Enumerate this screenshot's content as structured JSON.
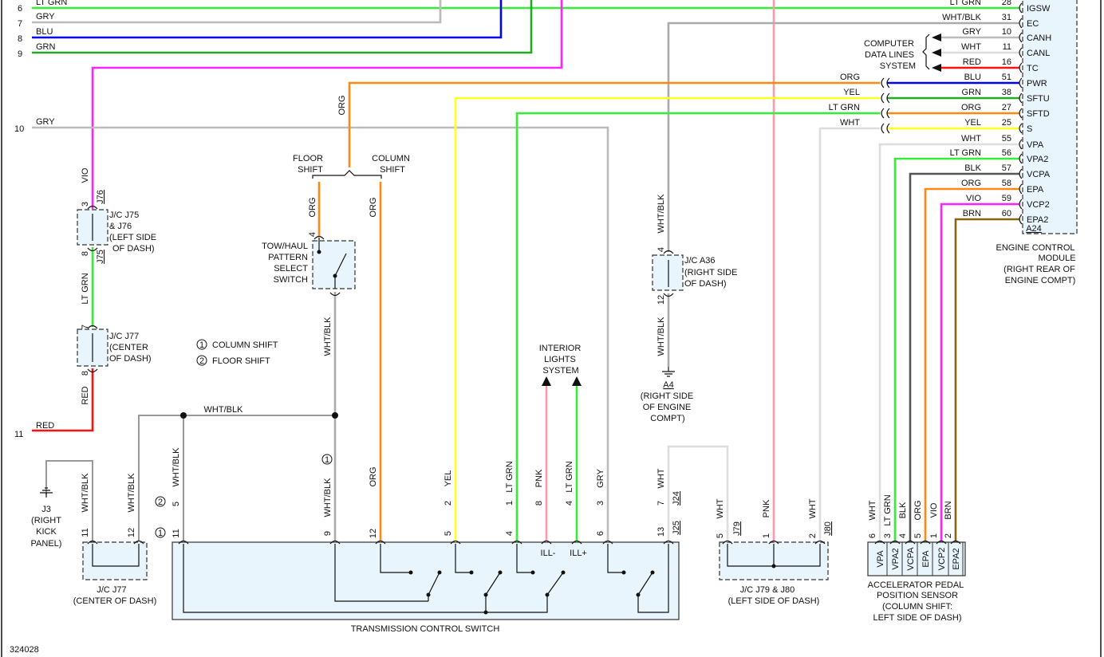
{
  "wire_colors": {
    "LT GRN": "#33ee33",
    "GRY": "#bbbbbb",
    "BLU": "#0000ee",
    "GRN": "#22aa22",
    "VIO": "#ff22ff",
    "ORG": "#ff8811",
    "YEL": "#ffff22",
    "PNK": "#ff99aa",
    "WHT": "#dddddd",
    "RED": "#ff1111",
    "BLK": "#555555",
    "BRN": "#886611",
    "WHT/BLK": "#aaaaaa"
  },
  "left_circuits": [
    {
      "num": "6",
      "wire": "LT GRN"
    },
    {
      "num": "7",
      "wire": "GRY"
    },
    {
      "num": "8",
      "wire": "BLU"
    },
    {
      "num": "9",
      "wire": "GRN"
    },
    {
      "num": "10",
      "wire": "GRY"
    },
    {
      "num": "11",
      "wire": "RED"
    }
  ],
  "ecm": {
    "name": [
      "ENGINE CONTROL",
      "MODULE",
      "(RIGHT REAR OF",
      "ENGINE COMPT)"
    ],
    "connector": "A24",
    "pins": [
      {
        "pin": "28",
        "wire": "LT GRN",
        "name": "IGSW"
      },
      {
        "pin": "31",
        "wire": "WHT/BLK",
        "name": "EC"
      },
      {
        "pin": "10",
        "wire": "GRY",
        "name": "CANH"
      },
      {
        "pin": "11",
        "wire": "WHT",
        "name": "CANL"
      },
      {
        "pin": "16",
        "wire": "RED",
        "name": "TC"
      },
      {
        "pin": "51",
        "wire": "BLU",
        "name": "PWR"
      },
      {
        "pin": "38",
        "wire": "GRN",
        "name": "SFTU"
      },
      {
        "pin": "27",
        "wire": "ORG",
        "name": "SFTD"
      },
      {
        "pin": "25",
        "wire": "YEL",
        "name": "S"
      },
      {
        "pin": "55",
        "wire": "WHT",
        "name": "VPA"
      },
      {
        "pin": "56",
        "wire": "LT GRN",
        "name": "VPA2"
      },
      {
        "pin": "57",
        "wire": "BLK",
        "name": "VCPA"
      },
      {
        "pin": "58",
        "wire": "ORG",
        "name": "EPA"
      },
      {
        "pin": "59",
        "wire": "VIO",
        "name": "VCP2"
      },
      {
        "pin": "60",
        "wire": "BRN",
        "name": "EPA2"
      }
    ]
  },
  "inline_wires": [
    "ORG",
    "YEL",
    "LT GRN",
    "WHT"
  ],
  "data_lines": [
    "COMPUTER",
    "DATA LINES",
    "SYSTEM"
  ],
  "jc_j75": {
    "name": [
      "J/C J75",
      "& J76",
      "(LEFT SIDE",
      "OF DASH)"
    ],
    "top_pin": "3",
    "top_conn": "J76",
    "bot_pin": "8",
    "bot_conn": "J75",
    "top_wire": "VIO",
    "bot_wire": "LT GRN"
  },
  "jc_j77_upper": {
    "name": [
      "J/C J77",
      "(CENTER",
      "OF DASH)"
    ],
    "top_pin": "7",
    "bot_pin": "8",
    "bot_wire": "RED"
  },
  "shift": {
    "floor": [
      "FLOOR",
      "SHIFT"
    ],
    "column": [
      "COLUMN",
      "SHIFT"
    ],
    "in_wire": "ORG",
    "floor_wire": "ORG",
    "column_wire": "ORG"
  },
  "tow_haul": {
    "name": [
      "TOW/HAUL",
      "PATTERN",
      "SELECT",
      "SWITCH"
    ],
    "pin": "4",
    "out_wire": "WHT/BLK"
  },
  "legend": [
    {
      "mark": "1",
      "text": "COLUMN SHIFT"
    },
    {
      "mark": "2",
      "text": "FLOOR SHIFT"
    }
  ],
  "splice_wire": "WHT/BLK",
  "interior_lights": [
    "INTERIOR",
    "LIGHTS",
    "SYSTEM"
  ],
  "jc_a36": {
    "name": [
      "J/C A36",
      "(RIGHT SIDE",
      "OF DASH)"
    ],
    "top_pin": "4",
    "bot_pin": "12",
    "wire": "WHT/BLK"
  },
  "ground_a4": [
    "A4",
    "(RIGHT SIDE",
    "OF ENGINE",
    "COMPT)"
  ],
  "ground_j3": [
    "J3",
    "(RIGHT",
    "KICK",
    "PANEL)"
  ],
  "jc_j77_lower": {
    "name": [
      "J/C J77",
      "(CENTER OF DASH)"
    ],
    "pins": [
      {
        "pin": "11",
        "wire": "WHT/BLK"
      },
      {
        "pin": "12",
        "wire": "WHT/BLK"
      }
    ]
  },
  "tcs": {
    "name": "TRANSMISSION CONTROL SWITCH",
    "ill_minus": "ILL-",
    "ill_plus": "ILL+",
    "conn_j24": "J24",
    "conn_j25": "J25",
    "pin11": {
      "wire": "WHT/BLK",
      "p2": "5",
      "p1": "11"
    },
    "pins": [
      {
        "wire": "WHT/BLK",
        "pin": "9"
      },
      {
        "wire": "ORG",
        "pin": "12"
      },
      {
        "wire": "YEL",
        "j24": "2",
        "pin": "5"
      },
      {
        "wire": "LT GRN",
        "j24": "1",
        "pin": "4"
      },
      {
        "wire": "PNK",
        "j24": "8"
      },
      {
        "wire": "LT GRN",
        "j24": "4"
      },
      {
        "wire": "GRY",
        "j24": "3",
        "pin": "6"
      },
      {
        "wire": "WHT",
        "j24": "7",
        "pin": "13"
      }
    ]
  },
  "jc_j79": {
    "name": [
      "J/C J79 & J80",
      "(LEFT SIDE OF DASH)"
    ],
    "conn_j79": "J79",
    "conn_j80": "J80",
    "pins": [
      {
        "pin": "5",
        "wire": "WHT"
      },
      {
        "pin": "1",
        "wire": "PNK"
      },
      {
        "pin": "2",
        "wire": "WHT"
      }
    ]
  },
  "app": {
    "name": [
      "ACCELERATOR PEDAL",
      "POSITION SENSOR",
      "(COLUMN SHIFT:",
      "LEFT SIDE OF DASH)"
    ],
    "pins": [
      {
        "pin": "6",
        "wire": "WHT",
        "name": "VPA"
      },
      {
        "pin": "3",
        "wire": "LT GRN",
        "name": "VPA2"
      },
      {
        "pin": "4",
        "wire": "BLK",
        "name": "VCPA"
      },
      {
        "pin": "5",
        "wire": "ORG",
        "name": "EPA"
      },
      {
        "pin": "1",
        "wire": "VIO",
        "name": "VCP2"
      },
      {
        "pin": "2",
        "wire": "BRN",
        "name": "EPA2"
      }
    ]
  },
  "figure_id": "324028"
}
